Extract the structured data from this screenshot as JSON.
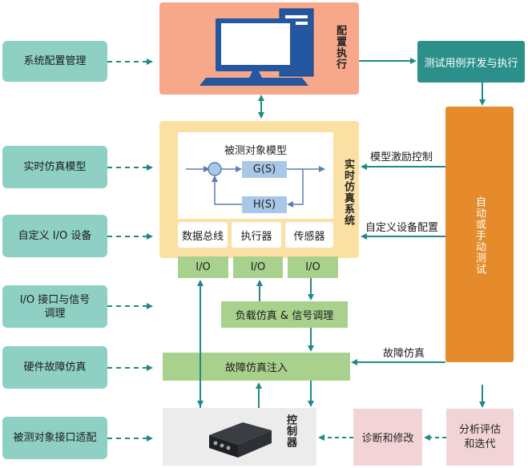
{
  "left_items": [
    "系统配置管理",
    "实时仿真模型",
    "自定义 I/O 设备",
    "I/O 接口与信号\n调理",
    "硬件故障仿真",
    "被测对象接口适配"
  ],
  "config_exec": "配置执行",
  "test_case": "测试用例开发与执行",
  "auto_test": "自动或手动测试",
  "realtime_system": "实时仿真系统",
  "model": {
    "title": "被测对象模型",
    "gs": "G(S)",
    "hs": "H(S)"
  },
  "components": [
    "数据总线",
    "执行器",
    "传感器"
  ],
  "io_labels": [
    "I/O",
    "I/O",
    "I/O"
  ],
  "load_sim": "负载仿真 & 信号调理",
  "fault_inject": "故障仿真注入",
  "controller": "控制器",
  "diagnose": "诊断和修改",
  "analysis": "分析评估\n和迭代",
  "arrow_labels": {
    "stim": "模型激励控制",
    "custom_cfg": "自定义设备配置",
    "fault_sim": "故障仿真"
  },
  "colors": {
    "teal_box": "#8ed0c4",
    "teal_dark": "#2a9089",
    "salmon": "#f7a88b",
    "yellow": "#fbe0a3",
    "orange": "#e58b2c",
    "green": "#a9d18e",
    "pink": "#f2d4d7",
    "gray": "#ececec",
    "arrow": "#1f8a85"
  }
}
